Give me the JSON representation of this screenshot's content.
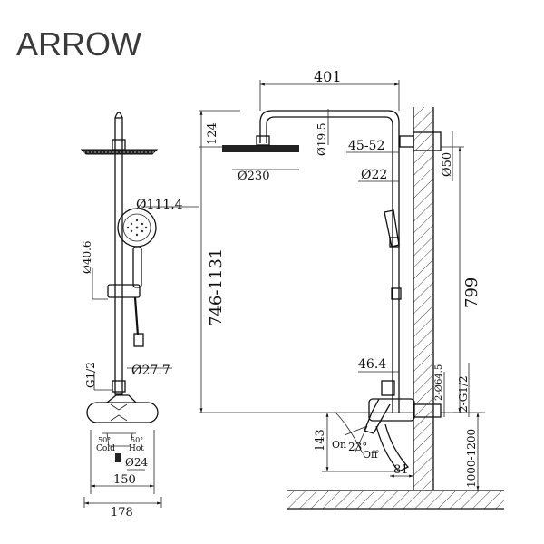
{
  "brand": "ARROW",
  "dims": {
    "d401": "401",
    "d124": "124",
    "d19_5": "Ø19.5",
    "d45_52": "45-52",
    "d230": "Ø230",
    "d22": "Ø22",
    "d50": "Ø50",
    "d746": "746-1131",
    "d799": "799",
    "d111": "Ø111.4",
    "d40_6": "Ø40.6",
    "dG12": "G1/2",
    "d27_7": "Ø27.7",
    "d46_4": "46.4",
    "d64_5": "2-Ø64.5",
    "d2G12": "2-G1/2",
    "d143": "143",
    "d23": "23°",
    "d81": "81",
    "d1000": "1000-1200",
    "d24": "Ø24",
    "d150": "150",
    "d178": "178",
    "on": "On",
    "off": "Off",
    "cold": "Cold",
    "hot": "Hot",
    "deg50a": "50°",
    "deg50b": "50°"
  }
}
